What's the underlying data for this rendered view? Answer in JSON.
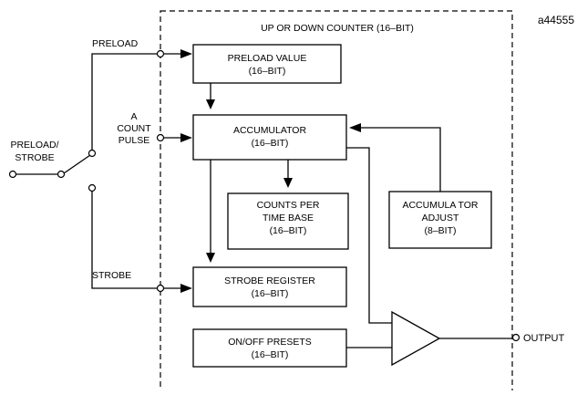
{
  "figure_id": "a44555",
  "counter_title": "UP OR DOWN COUNTER  (16–BIT)",
  "inputs": {
    "preload": "PRELOAD",
    "count_pulse": [
      "A",
      "COUNT",
      "PULSE"
    ],
    "strobe": "STROBE",
    "switch_source": [
      "PRELOAD/",
      "STROBE"
    ]
  },
  "blocks": {
    "preload_value": [
      "PRELOAD  VALUE",
      "(16–BIT)"
    ],
    "accumulator": [
      "ACCUMULATOR",
      "(16–BIT)"
    ],
    "counts_per_time_base": [
      "COUNTS  PER",
      "TIME  BASE",
      "(16–BIT)"
    ],
    "accumulator_adjust": [
      "ACCUMULA TOR",
      "ADJUST",
      "(8–BIT)"
    ],
    "strobe_register": [
      "STROBE  REGISTER",
      "(16–BIT)"
    ],
    "on_off_presets": [
      "ON/OFF  PRESETS",
      "(16–BIT)"
    ]
  },
  "output": "OUTPUT"
}
